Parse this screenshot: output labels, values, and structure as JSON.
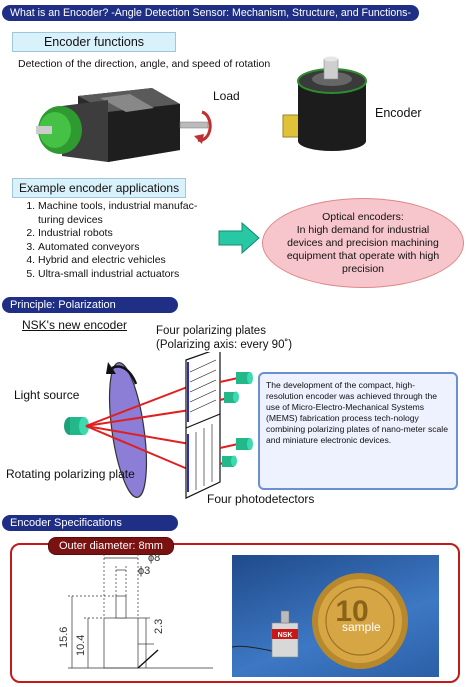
{
  "header": {
    "title": "What is an Encoder? -Angle Detection Sensor: Mechanism, Structure, and Functions-"
  },
  "functions": {
    "label": "Encoder functions",
    "description": "Detection of the direction, angle, and speed of rotation",
    "load_label": "Load",
    "encoder_label": "Encoder"
  },
  "applications": {
    "label": "Example encoder applications",
    "items": [
      "Machine tools, industrial manufac-",
      "turing devices",
      "Industrial robots",
      "Automated conveyors",
      "Hybrid and electric vehicles",
      "Ultra-small industrial actuators"
    ],
    "optical_title": "Optical encoders:",
    "optical_text": "In high demand for industrial devices and precision machining equipment that operate with high precision"
  },
  "principle": {
    "label": "Principle: Polarization",
    "nsk_label": "NSK's new encoder",
    "plates_label": "Four polarizing plates",
    "plates_sub": "(Polarizing axis: every 90˚)",
    "light_label": "Light source",
    "rotating_label": "Rotating polarizing plate",
    "photo_label": "Four photodetectors",
    "note": "The development of the compact, high-resolution encoder was achieved through the use of Micro-Electro-Mechanical Systems (MEMS) fabrication process tech-nology combining polarizing plates of nano-meter scale and miniature electronic devices."
  },
  "specs": {
    "label": "Encoder Specifications",
    "diameter_label": "Outer diameter: 8mm",
    "dim_8": "ϕ8",
    "dim_3": "ϕ3",
    "dim_156": "15.6",
    "dim_104": "10.4",
    "dim_23": "2.3",
    "coin_value": "10",
    "sample_label": "sample",
    "brand": "NSK"
  }
}
